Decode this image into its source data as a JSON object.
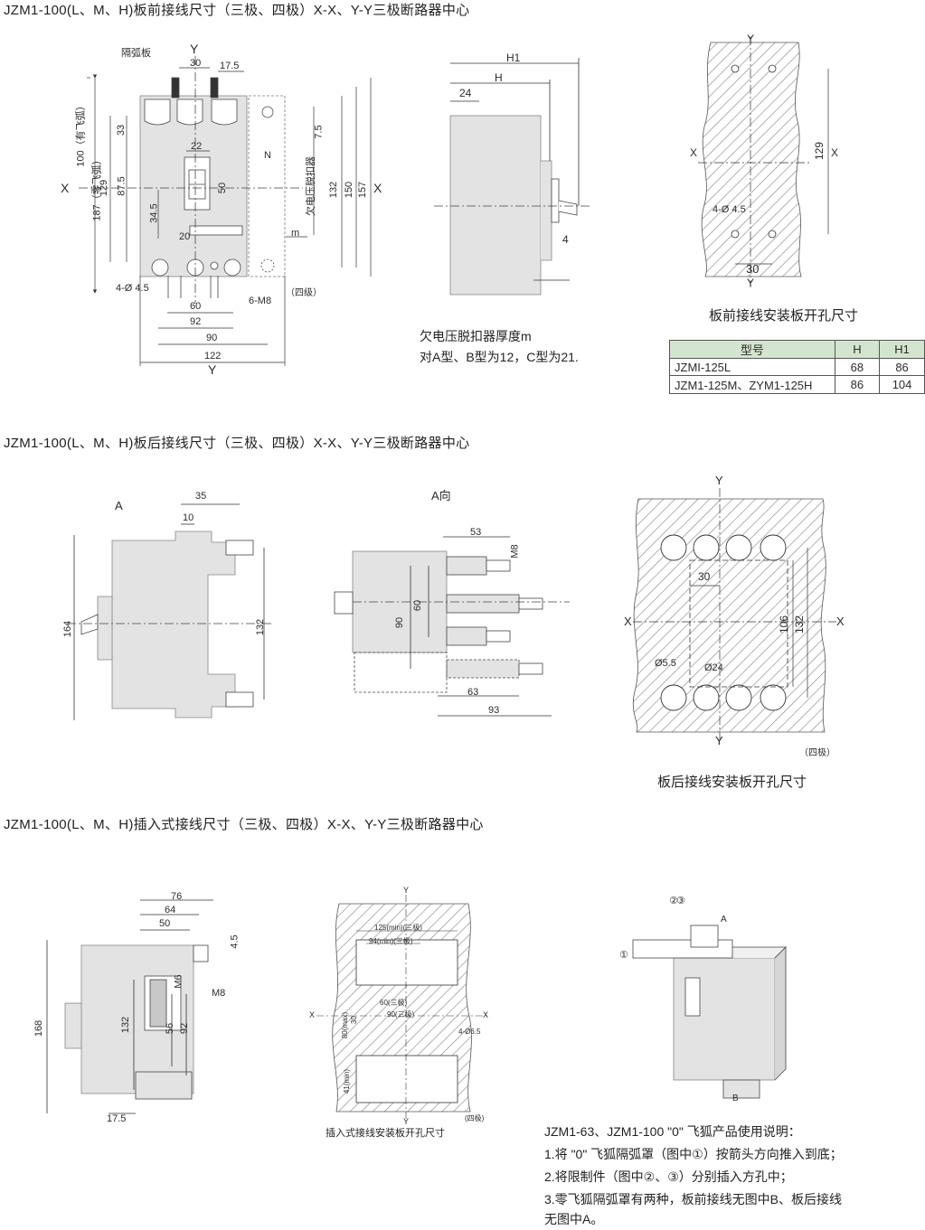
{
  "sections": [
    {
      "title": "JZM1-100(L、M、H)板前接线尺寸（三极、四极）X-X、Y-Y三极断路器中心"
    },
    {
      "title": "JZM1-100(L、M、H)板后接线尺寸（三极、四极）X-X、Y-Y三极断路器中心"
    },
    {
      "title": "JZM1-100(L、M、H)插入式接线尺寸（三极、四极）X-X、Y-Y三极断路器中心"
    }
  ],
  "front": {
    "arc_plate": "隔弧板",
    "y": "Y",
    "x": "X",
    "n": "N",
    "m": "m",
    "dims": {
      "d30": "30",
      "d17_5": "17.5",
      "d22": "22",
      "d50": "50",
      "d33": "33",
      "d87_5": "87.5",
      "d34_5": "34.5",
      "d20": "20",
      "d129": "129",
      "d100": "100（有飞弧）",
      "d187": "187（零飞弧）",
      "d7_5": "7.5",
      "d132": "132",
      "d150": "150",
      "d157": "157",
      "d60": "60",
      "d92": "92",
      "d90": "90",
      "d122": "122",
      "hole": "4-Ø 4.5",
      "m8": "6-M8",
      "four_pole": "（四级）",
      "release": "欠电压脱扣器"
    },
    "side": {
      "h1": "H1",
      "h": "H",
      "d24": "24",
      "d4": "4"
    },
    "note_line1": "欠电压脱扣器厚度m",
    "note_line2": "对A型、B型为12，C型为21.",
    "panel": {
      "y": "Y",
      "x": "X",
      "d129": "129",
      "d30": "30",
      "hole": "4-Ø 4.5"
    },
    "panel_caption": "板前接线安装板开孔尺寸",
    "table": {
      "headers": [
        "型号",
        "H",
        "H1"
      ],
      "rows": [
        [
          "JZMI-125L",
          "68",
          "86"
        ],
        [
          "JZM1-125M、ZYM1-125H",
          "86",
          "104"
        ]
      ]
    }
  },
  "rear": {
    "a": "A",
    "a_view": "A向",
    "dims": {
      "d35": "35",
      "d10": "10",
      "d164": "164",
      "d132": "132",
      "d53": "53",
      "m8": "M8",
      "d90": "90",
      "d60": "60",
      "d63": "63",
      "d93": "93"
    },
    "panel": {
      "y": "Y",
      "x": "X",
      "d30": "30",
      "d106": "106",
      "d132": "132",
      "d5_5": "Ø5.5",
      "d24": "Ø24",
      "four_pole": "（四极）"
    },
    "panel_caption": "板后接线安装板开孔尺寸"
  },
  "plug": {
    "dims": {
      "d76": "76",
      "d64": "64",
      "d50": "50",
      "d4_5": "4.5",
      "m6": "M6",
      "m8": "M8",
      "d168": "168",
      "d132": "132",
      "d56": "56",
      "d92": "92",
      "d17_5": "17.5"
    },
    "panel": {
      "y": "Y",
      "x": "X",
      "t125": "125(min)(三极)",
      "t94": "94(min)(三极)",
      "t60": "60(三极)",
      "t90": "90(三极)",
      "t80": "80(max)",
      "t30": "30",
      "t41": "41(min)",
      "t65": "4-Ø6.5",
      "four": "(四极)"
    },
    "panel_caption": "插入式接线安装板开孔尺寸",
    "nums": {
      "n1": "①",
      "n2": "②",
      "n3": "③",
      "a": "A",
      "b": "B"
    }
  },
  "instructions": [
    "JZM1-63、JZM1-100 \"0\" 飞狐产品使用说明：",
    "1.将 \"0\" 飞狐隔弧罩（图中①）按箭头方向推入到底；",
    "2.将限制件（图中②、③）分别插入方孔中；",
    "3.零飞狐隔弧罩有两种，板前接线无图中B、板后接线",
    "无图中A。"
  ]
}
